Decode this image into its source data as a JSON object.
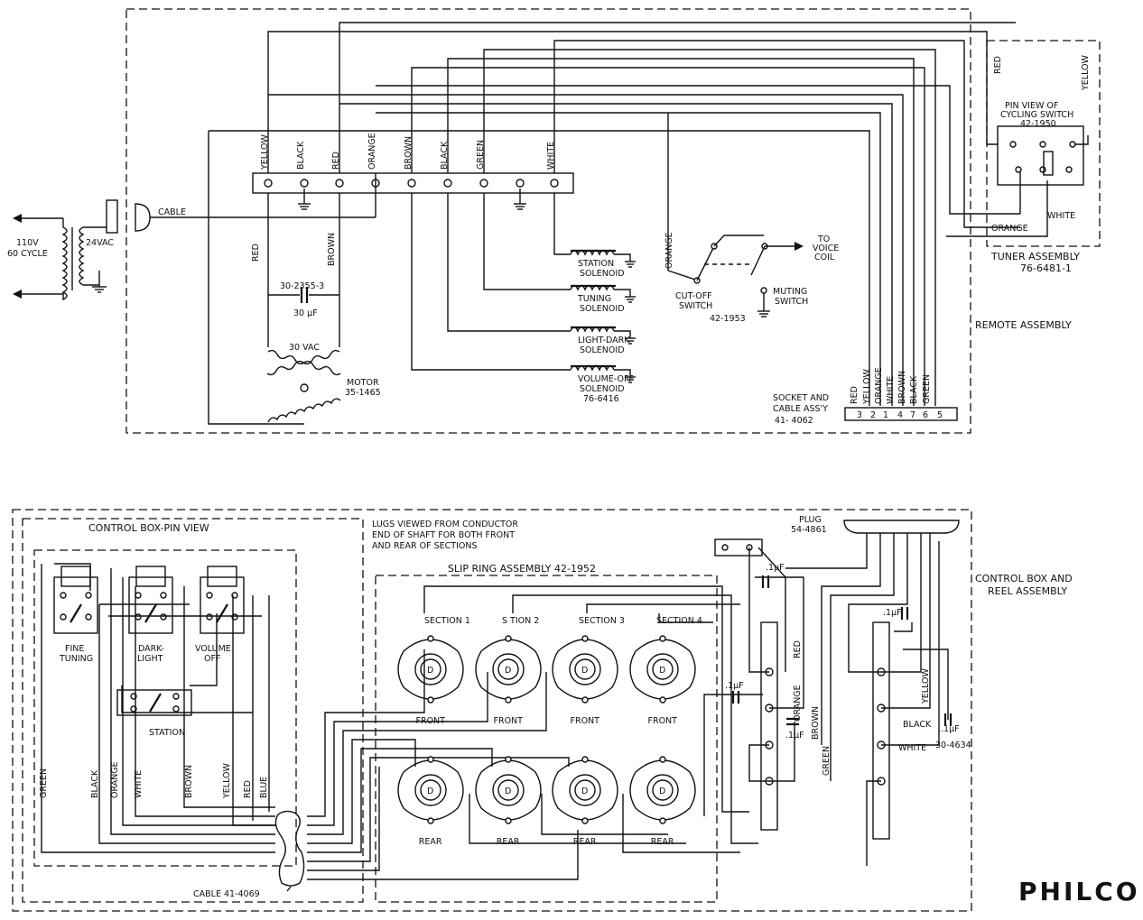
{
  "power": {
    "line_voltage": "110V",
    "line_freq": "60 CYCLE",
    "secondary": "24VAC",
    "cable": "CABLE"
  },
  "terminal_strip": {
    "wires": [
      "YELLOW",
      "BLACK",
      "RED",
      "ORANGE",
      "BROWN",
      "BLACK",
      "GREEN",
      "WHITE"
    ]
  },
  "motor": {
    "cap_part": "30-2355-3",
    "cap_value": "30 µF",
    "voltage": "30 VAC",
    "title": "MOTOR",
    "part": "35-1465",
    "left_wire": "RED",
    "right_wire": "BROWN"
  },
  "solenoids": [
    {
      "l1": "STATION",
      "l2": "SOLENOID",
      "l3": ""
    },
    {
      "l1": "TUNING",
      "l2": "SOLENOID",
      "l3": ""
    },
    {
      "l1": "LIGHT-DARK",
      "l2": "SOLENOID",
      "l3": ""
    },
    {
      "l1": "VOLUME-OFF",
      "l2": "SOLENOID",
      "l3": "76-6416"
    }
  ],
  "switches": {
    "orange": "ORANGE",
    "cutoff_l1": "CUT-OFF",
    "cutoff_l2": "SWITCH",
    "cutoff_part": "42-1953",
    "voice_l1": "TO",
    "voice_l2": "VOICE",
    "voice_l3": "COIL",
    "mute_l1": "MUTING",
    "mute_l2": "SWITCH"
  },
  "tuner": {
    "red": "RED",
    "yellow": "YELLOW",
    "pin_l1": "PIN VIEW OF",
    "pin_l2": "CYCLING SWITCH",
    "pin_l3": "42-1950",
    "white": "WHITE",
    "orange": "ORANGE",
    "title": "TUNER ASSEMBLY",
    "part": "76-6481-1"
  },
  "remote_label": "REMOTE ASSEMBLY",
  "socket": {
    "wires": [
      "RED",
      "YELLOW",
      "ORANGE",
      "WHITE",
      "BROWN",
      "BLACK",
      "GREEN"
    ],
    "pins": [
      "3",
      "2",
      "1",
      "4",
      "7",
      "6",
      "5"
    ],
    "l1": "SOCKET AND",
    "l2": "CABLE ASS'Y",
    "l3": "41- 4062"
  },
  "control_box": {
    "title": "CONTROL BOX-PIN VIEW",
    "fine1": "FINE",
    "fine2": "TUNING",
    "dark1": "DARK-",
    "dark2": "LIGHT",
    "vol1": "VOLUME",
    "vol2": "OFF",
    "station": "STATION",
    "wires": [
      "GREEN",
      "BLACK",
      "ORANGE",
      "WHITE",
      "BROWN",
      "YELLOW",
      "RED",
      "BLUE"
    ],
    "cable": "CABLE 41-4069"
  },
  "slip_ring": {
    "note1": "LUGS VIEWED FROM CONDUCTOR",
    "note2": "END OF SHAFT FOR BOTH FRONT",
    "note3": "AND REAR OF SECTIONS",
    "title": "SLIP RING ASSEMBLY 42-1952",
    "sections": [
      "SECTION 1",
      "S  TION 2",
      "SECTION 3",
      "SECTION 4"
    ],
    "front": "FRONT",
    "rear": "REAR"
  },
  "reel": {
    "plug": "PLUG",
    "plug_part": "54-4861",
    "cap": ".1µF",
    "cap_part": "30-4634",
    "wires": [
      "RED",
      "ORANGE",
      "BROWN",
      "GREEN",
      "YELLOW",
      "BLACK",
      "WHITE"
    ],
    "label1": "CONTROL BOX AND",
    "label2": "REEL ASSEMBLY"
  },
  "brand": "PHILCO"
}
